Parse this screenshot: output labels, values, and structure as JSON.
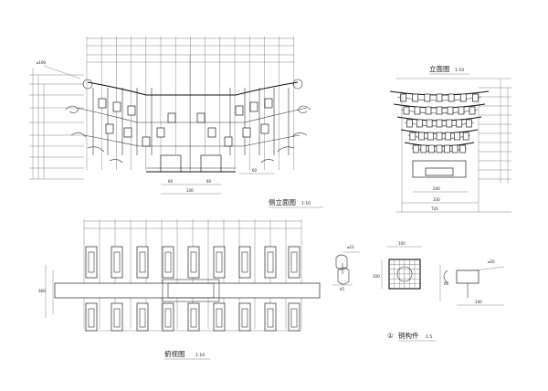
{
  "views": {
    "side_elevation": {
      "title": "侧立面图",
      "scale": "1:10"
    },
    "front_elevation": {
      "title": "立面图",
      "scale": "1:10"
    },
    "plan": {
      "title": "俯视图",
      "scale": "1:10"
    },
    "detail": {
      "marker": "①",
      "title": "铜构件",
      "scale": "1:5"
    }
  },
  "annotations": {
    "dia_top": "⌀190",
    "dia_detail_a": "⌀23",
    "dia_detail_b": "⌀20"
  }
}
